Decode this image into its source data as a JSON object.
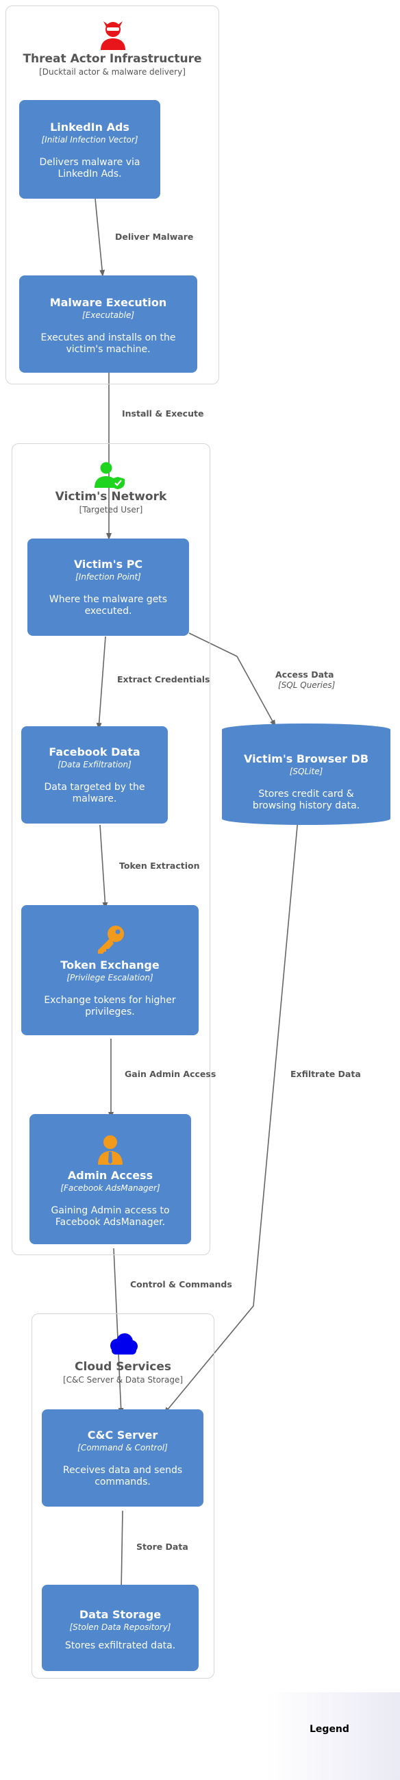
{
  "boundaries": {
    "threat": {
      "title": "Threat Actor Infrastructure",
      "subtitle": "[Ducktail actor & malware delivery]",
      "icon": "hacker-icon",
      "icon_color": "#e8151b"
    },
    "victim": {
      "title": "Victim's Network",
      "subtitle": "[Targeted User]",
      "icon": "user-shield-icon",
      "icon_color": "#1fd41f"
    },
    "cloud": {
      "title": "Cloud Services",
      "subtitle": "[C&C Server & Data Storage]",
      "icon": "cloud-icon",
      "icon_color": "#0000ee"
    }
  },
  "nodes": {
    "linkedin_ads": {
      "title": "LinkedIn Ads",
      "tech": "[Initial Infection Vector]",
      "desc": "Delivers malware via LinkedIn Ads."
    },
    "malware_exec": {
      "title": "Malware Execution",
      "tech": "[Executable]",
      "desc": "Executes and installs on the victim's machine."
    },
    "victims_pc": {
      "title": "Victim's PC",
      "tech": "[Infection Point]",
      "desc": "Where the malware gets executed."
    },
    "facebook_data": {
      "title": "Facebook Data",
      "tech": "[Data Exfiltration]",
      "desc": "Data targeted by the malware."
    },
    "browser_db": {
      "title": "Victim's Browser DB",
      "tech": "[SQLite]",
      "desc": "Stores credit card & browsing history data."
    },
    "token_exchange": {
      "title": "Token Exchange",
      "tech": "[Privilege Escalation]",
      "desc": "Exchange tokens for higher privileges.",
      "icon": "key-icon",
      "icon_color": "#f29a1b"
    },
    "admin_access": {
      "title": "Admin Access",
      "tech": "[Facebook AdsManager]",
      "desc": "Gaining Admin access to Facebook AdsManager.",
      "icon": "admin-user-icon",
      "icon_color": "#f29a1b"
    },
    "cc_server": {
      "title": "C&C Server",
      "tech": "[Command & Control]",
      "desc": "Receives data and sends commands."
    },
    "data_storage": {
      "title": "Data Storage",
      "tech": "[Stolen Data Repository]",
      "desc": "Stores exfiltrated data."
    }
  },
  "edges": {
    "deliver_malware": {
      "label": "Deliver Malware"
    },
    "install_execute": {
      "label": "Install & Execute"
    },
    "extract_credentials": {
      "label": "Extract Credentials"
    },
    "access_data": {
      "label": "Access Data",
      "tech": "[SQL Queries]"
    },
    "token_extraction": {
      "label": "Token Extraction"
    },
    "gain_admin": {
      "label": "Gain Admin Access"
    },
    "exfiltrate_data": {
      "label": "Exfiltrate Data"
    },
    "control_commands": {
      "label": "Control & Commands"
    },
    "store_data": {
      "label": "Store Data"
    }
  },
  "legend": {
    "title": "Legend"
  },
  "colors": {
    "node_fill": "#5087cd",
    "edge": "#666666",
    "boundary_border": "#d6d6d6"
  }
}
